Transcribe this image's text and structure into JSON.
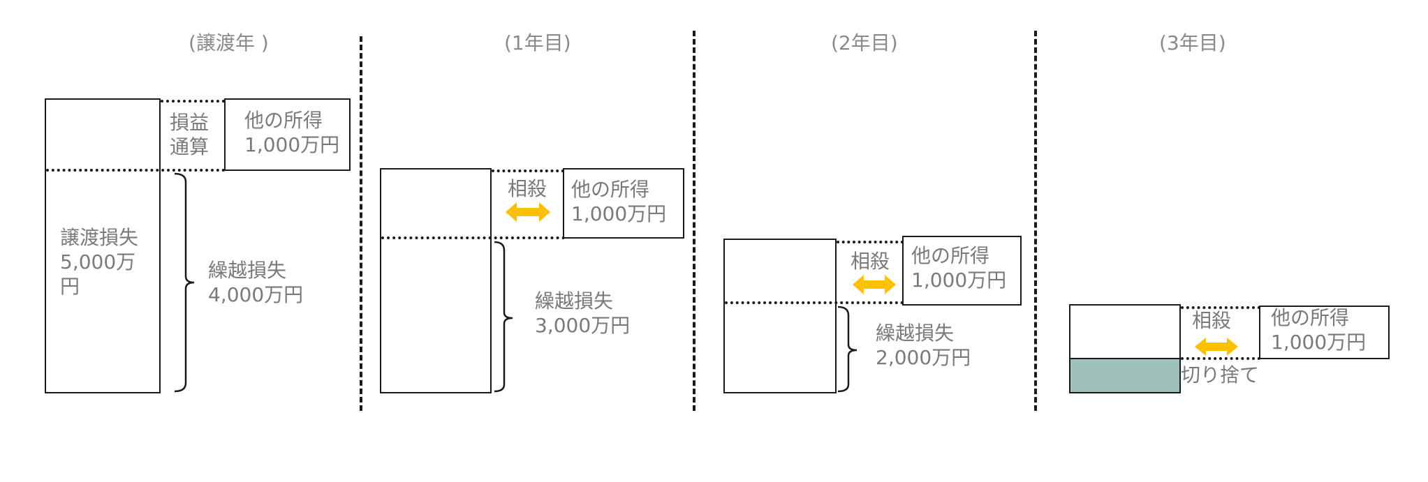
{
  "headers": {
    "year0": "(譲渡年 )",
    "year1": "(1年目)",
    "year2": "(2年目)",
    "year3": "(3年目)"
  },
  "year0": {
    "loss_label": "譲渡損失\n5,000万\n円",
    "offset_label": "損益\n通算",
    "other_income": "他の所得\n1,000万円",
    "carryover": "繰越損失\n4,000万円"
  },
  "year1": {
    "offset_label": "相殺",
    "other_income": "他の所得\n1,000万円",
    "carryover": "繰越損失\n3,000万円"
  },
  "year2": {
    "offset_label": "相殺",
    "other_income": "他の所得\n1,000万円",
    "carryover": "繰越損失\n2,000万円"
  },
  "year3": {
    "offset_label": "相殺",
    "other_income": "他の所得\n1,000万円",
    "discard_label": "切り捨て"
  },
  "colors": {
    "arrow": "#ffc000",
    "discard_fill": "#9ebfba",
    "border": "#1a1a1a",
    "text": "#7a7a7a"
  }
}
